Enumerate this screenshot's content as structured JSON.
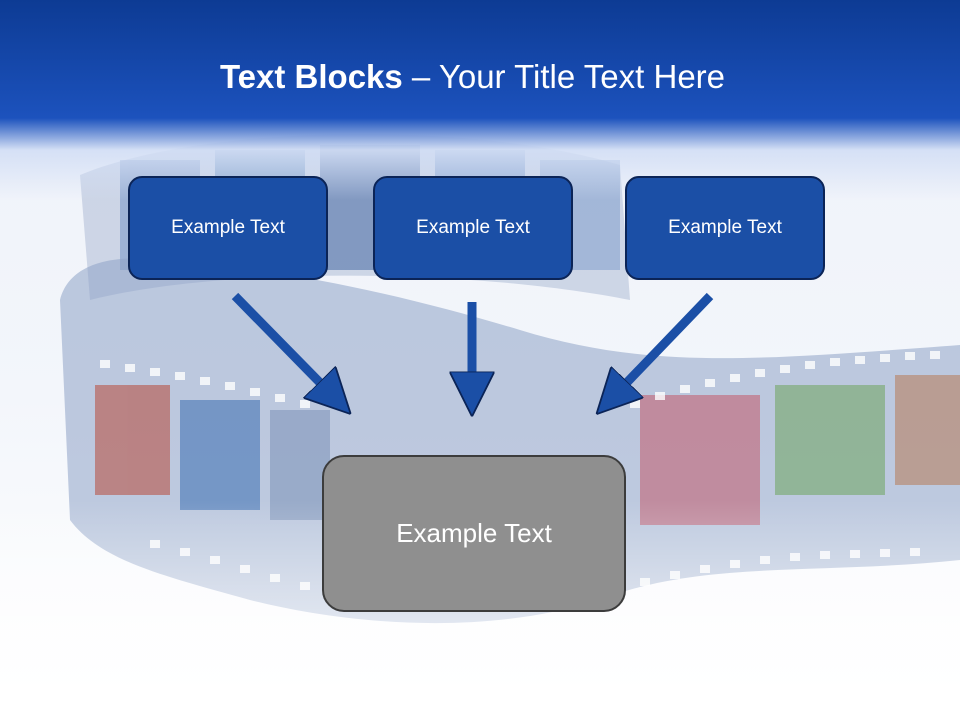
{
  "title": {
    "bold": "Text Blocks",
    "dash": " – ",
    "rest": "Your Title Text Here"
  },
  "boxes": [
    {
      "label": "Example Text"
    },
    {
      "label": "Example Text"
    },
    {
      "label": "Example Text"
    }
  ],
  "result_box": {
    "label": "Example Text"
  },
  "colors": {
    "header": "#1c52bd",
    "box_fill": "#1b4fa6",
    "box_border": "#0b2457",
    "arrow": "#1b4fa6",
    "result_fill": "#8f8f8f"
  }
}
